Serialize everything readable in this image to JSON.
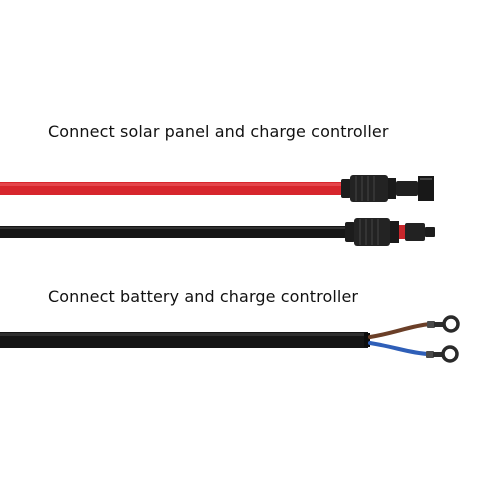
{
  "captions": {
    "solar": "Connect solar panel and charge controller",
    "battery": "Connect battery and charge controller"
  },
  "colors": {
    "background": "#ffffff",
    "red_cable": "#d7262d",
    "black_cable": "#161616",
    "connector_body": "#1e1e1e",
    "connector_red_accent": "#c8262b",
    "brown_wire": "#6b3f28",
    "blue_wire": "#2f5fb8",
    "ring_terminal": "#2a2a2a"
  },
  "icons": {
    "red_cable": "red-pv-cable",
    "black_cable": "black-pv-cable",
    "male_connector": "mc4-male-connector",
    "female_connector": "mc4-female-connector",
    "battery_cable": "battery-cable",
    "brown_terminal": "ring-terminal",
    "blue_terminal": "ring-terminal"
  }
}
